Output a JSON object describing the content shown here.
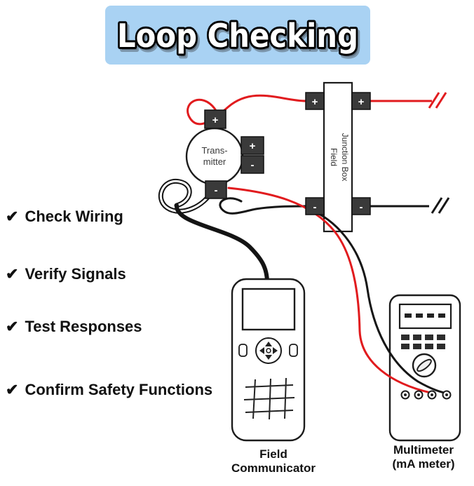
{
  "title": "Loop Checking",
  "checklist": {
    "check_glyph": "✔",
    "items": [
      {
        "label": "Check Wiring"
      },
      {
        "label": "Verify Signals"
      },
      {
        "label": "Test Responses"
      },
      {
        "label": "Confirm Safety Functions"
      }
    ]
  },
  "transmitter": {
    "line1": "Trans-",
    "line2": "mitter"
  },
  "junction_box": {
    "line1": "Field",
    "line2": "Junction Box"
  },
  "terminals": {
    "plus": "+",
    "minus": "-"
  },
  "devices": {
    "communicator": {
      "label_line1": "Field",
      "label_line2": "Communicator"
    },
    "multimeter": {
      "label_line1": "Multimeter",
      "label_line2": "(mA meter)"
    }
  },
  "colors": {
    "banner_bg": "#a9d2f3",
    "wire_red": "#e11b1e",
    "wire_black": "#161616",
    "terminal_fill": "#3a3a3a",
    "title_fill": "#ffffff",
    "title_outline": "#000000"
  }
}
